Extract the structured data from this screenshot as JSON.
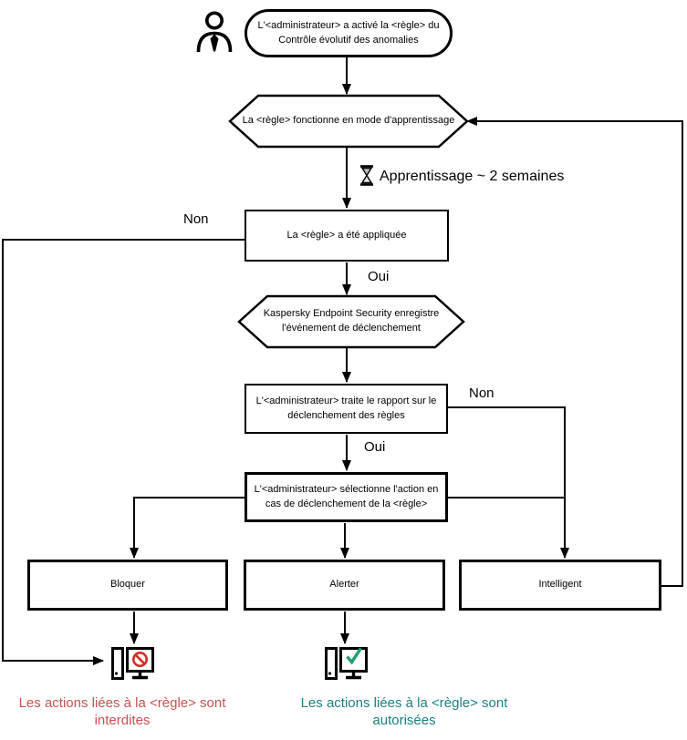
{
  "colors": {
    "line": "#000000",
    "blocked_text": "#c7534f",
    "allowed_text": "#1b8080",
    "prohibition": "#d22d26",
    "check": "#21a071"
  },
  "flow": {
    "start": "L'<administrateur> a activé la <règle> du\nContrôle évolutif des anomalies",
    "learning_mode": "La <règle> fonctionne en mode d'apprentissage",
    "learning_duration": "Apprentissage ~ 2 semaines",
    "rule_applied": "La <règle> a été appliquée",
    "event_logged": "Kaspersky Endpoint Security enregistre\nl'événement de déclenchement",
    "admin_reviews_report": "L'<administrateur> traite le rapport sur le\ndéclenchement des règles",
    "admin_selects_action": "L'<administrateur> sélectionne l'action en\ncas de déclenchement de la <règle>",
    "action_block": "Bloquer",
    "action_alert": "Alerter",
    "action_smart": "Intelligent"
  },
  "edge_labels": {
    "rule_applied_no": "Non",
    "rule_applied_yes": "Oui",
    "report_no": "Non",
    "report_yes": "Oui"
  },
  "outcomes": {
    "blocked": "Les actions liées à la <règle> sont\ninterdites",
    "allowed": "Les actions liées à la <règle> sont\nautorisées"
  },
  "icons": {
    "admin": "person-icon",
    "learning": "hourglass-icon",
    "blocked": "computer-blocked-icon",
    "allowed": "computer-allowed-icon"
  }
}
